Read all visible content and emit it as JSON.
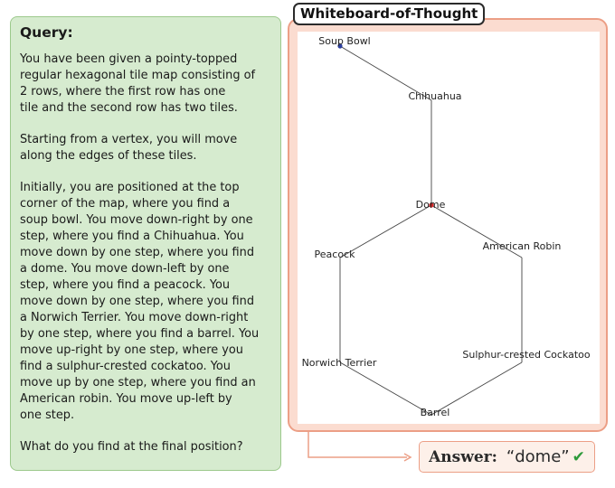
{
  "query": {
    "title": "Query:",
    "paragraphs": [
      "You have been given a pointy-topped\nregular hexagonal tile map consisting of\n2 rows, where the first row has one\ntile and the second row has two tiles.",
      "Starting from a vertex, you will move\nalong the edges of these tiles.",
      "Initially, you are positioned at the top\ncorner of the map, where you find a\nsoup bowl. You move down-right by one\nstep, where you find a Chihuahua. You\nmove down by one step, where you find\na dome. You move down-left by one\nstep, where you find a peacock. You\nmove down by one step, where you find\na Norwich Terrier. You move down-right\nby one step, where you find a barrel. You\nmove up-right by one step, where you\nfind a sulphur-crested cockatoo. You\nmove up by one step, where you find an\nAmerican robin. You move up-left by\none step.",
      "What do you find at the final position?"
    ]
  },
  "whiteboard": {
    "title": "Whiteboard-of-Thought",
    "nodes": [
      {
        "id": "soup_bowl",
        "label": "Soup Bowl"
      },
      {
        "id": "chihuahua",
        "label": "Chihuahua"
      },
      {
        "id": "dome",
        "label": "Dome"
      },
      {
        "id": "american_robin",
        "label": "American Robin"
      },
      {
        "id": "peacock",
        "label": "Peacock"
      },
      {
        "id": "sulphur_cockatoo",
        "label": "Sulphur-crested Cockatoo"
      },
      {
        "id": "norwich_terrier",
        "label": "Norwich Terrier"
      },
      {
        "id": "barrel",
        "label": "Barrel"
      }
    ],
    "edges": [
      [
        "soup_bowl",
        "chihuahua"
      ],
      [
        "chihuahua",
        "dome"
      ],
      [
        "dome",
        "peacock"
      ],
      [
        "peacock",
        "norwich_terrier"
      ],
      [
        "norwich_terrier",
        "barrel"
      ],
      [
        "barrel",
        "sulphur_cockatoo"
      ],
      [
        "sulphur_cockatoo",
        "american_robin"
      ],
      [
        "american_robin",
        "dome"
      ]
    ],
    "start_node": "soup_bowl",
    "end_node": "dome",
    "colors": {
      "start_marker": "#2d3f9e",
      "end_marker": "#d62728",
      "edge": "#444444"
    }
  },
  "answer": {
    "label": "Answer:",
    "value": "“dome”",
    "check_icon": "check-icon"
  },
  "colors": {
    "query_bg": "#d6ebcf",
    "query_border": "#9cc98c",
    "wot_bg": "#fbdcd0",
    "wot_border": "#ec9f86",
    "answer_bg": "#fdf0e9",
    "check": "#2e9a3a"
  }
}
